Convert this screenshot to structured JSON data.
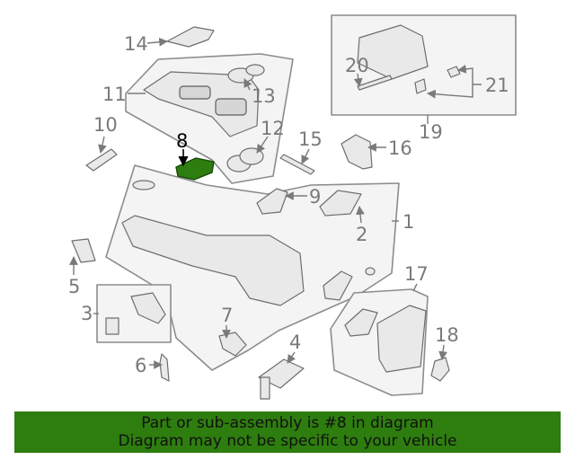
{
  "callouts": {
    "c1": "1",
    "c2": "2",
    "c3": "3",
    "c4": "4",
    "c5": "5",
    "c6": "6",
    "c7": "7",
    "c8": "8",
    "c9": "9",
    "c10": "10",
    "c11": "11",
    "c12": "12",
    "c13": "13",
    "c14": "14",
    "c15": "15",
    "c16": "16",
    "c17": "17",
    "c18": "18",
    "c19": "19",
    "c20": "20",
    "c21": "21"
  },
  "highlight": {
    "part_number": "8",
    "color": "#2e7d0f"
  },
  "footer": {
    "line1": "Part or sub-assembly is #8 in diagram",
    "line2": "Diagram may not be specific to your vehicle",
    "background": "#2e7d0f"
  }
}
